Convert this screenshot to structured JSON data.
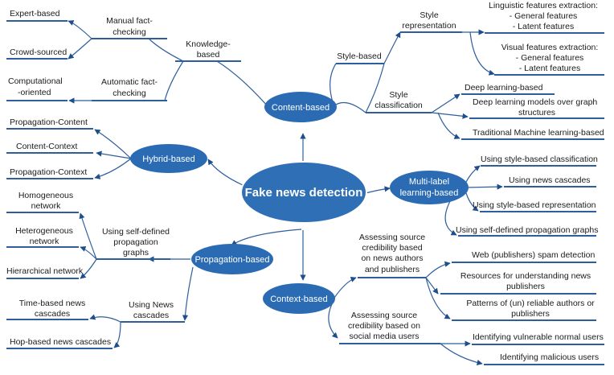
{
  "colors": {
    "node": "#2b6bb3",
    "line": "#1f4e8c",
    "center": "#2e6fb5"
  },
  "center": "Fake news detection",
  "ovals": {
    "content": "Content-based",
    "hybrid": "Hybrid-based",
    "multilabel": [
      "Multi-label",
      "learning-based"
    ],
    "propagation": "Propagation-based",
    "context": "Context-based"
  },
  "knowledge": {
    "label": [
      "Knowledge-",
      "based"
    ],
    "manual": [
      "Manual fact-",
      "checking"
    ],
    "automatic": [
      "Automatic fact-",
      "checking"
    ],
    "expert": "Expert-based",
    "crowd": "Crowd-sourced",
    "computational": [
      "Computational",
      "-oriented"
    ]
  },
  "style": {
    "label": "Style-based",
    "representation": [
      "Style",
      "representation"
    ],
    "linguistic": [
      "Linguistic features extraction:",
      "- General features",
      "- Latent features"
    ],
    "visual": [
      "Visual features extraction:",
      "- General features",
      "- Latent features"
    ],
    "classification": [
      "Style",
      "classification"
    ],
    "deep": "Deep learning-based",
    "deep_graph": [
      "Deep learning models over graph",
      "structures"
    ],
    "traditional": "Traditional Machine learning-based"
  },
  "hybrid_items": [
    "Propagation-Content",
    "Content-Context",
    "Propagation-Context"
  ],
  "multilabel_items": [
    "Using style-based classification",
    "Using news cascades",
    "Using style-based representation",
    "Using self-defined propagation graphs"
  ],
  "propagation_items": {
    "self_defined": [
      "Using self-defined",
      "propagation",
      "graphs"
    ],
    "homogeneous": [
      "Homogeneous",
      "network"
    ],
    "heterogeneous": [
      "Heterogeneous",
      "network"
    ],
    "hierarchical": "Hierarchical network",
    "news": [
      "Using News",
      "cascades"
    ],
    "time": [
      "Time-based news",
      "cascades"
    ],
    "hop": "Hop-based news cascades"
  },
  "context_items": {
    "authors": [
      "Assessing source",
      "credibility based",
      "on news authors",
      "and publishers"
    ],
    "spam": "Web (publishers) spam detection",
    "resources": [
      "Resources for understanding news",
      "publishers"
    ],
    "patterns": [
      "Patterns of (un) reliable authors or",
      "publishers"
    ],
    "social": [
      "Assessing source",
      "credibility based on",
      "social media users"
    ],
    "vulnerable": "Identifying vulnerable normal users",
    "malicious": "Identifying malicious users"
  }
}
